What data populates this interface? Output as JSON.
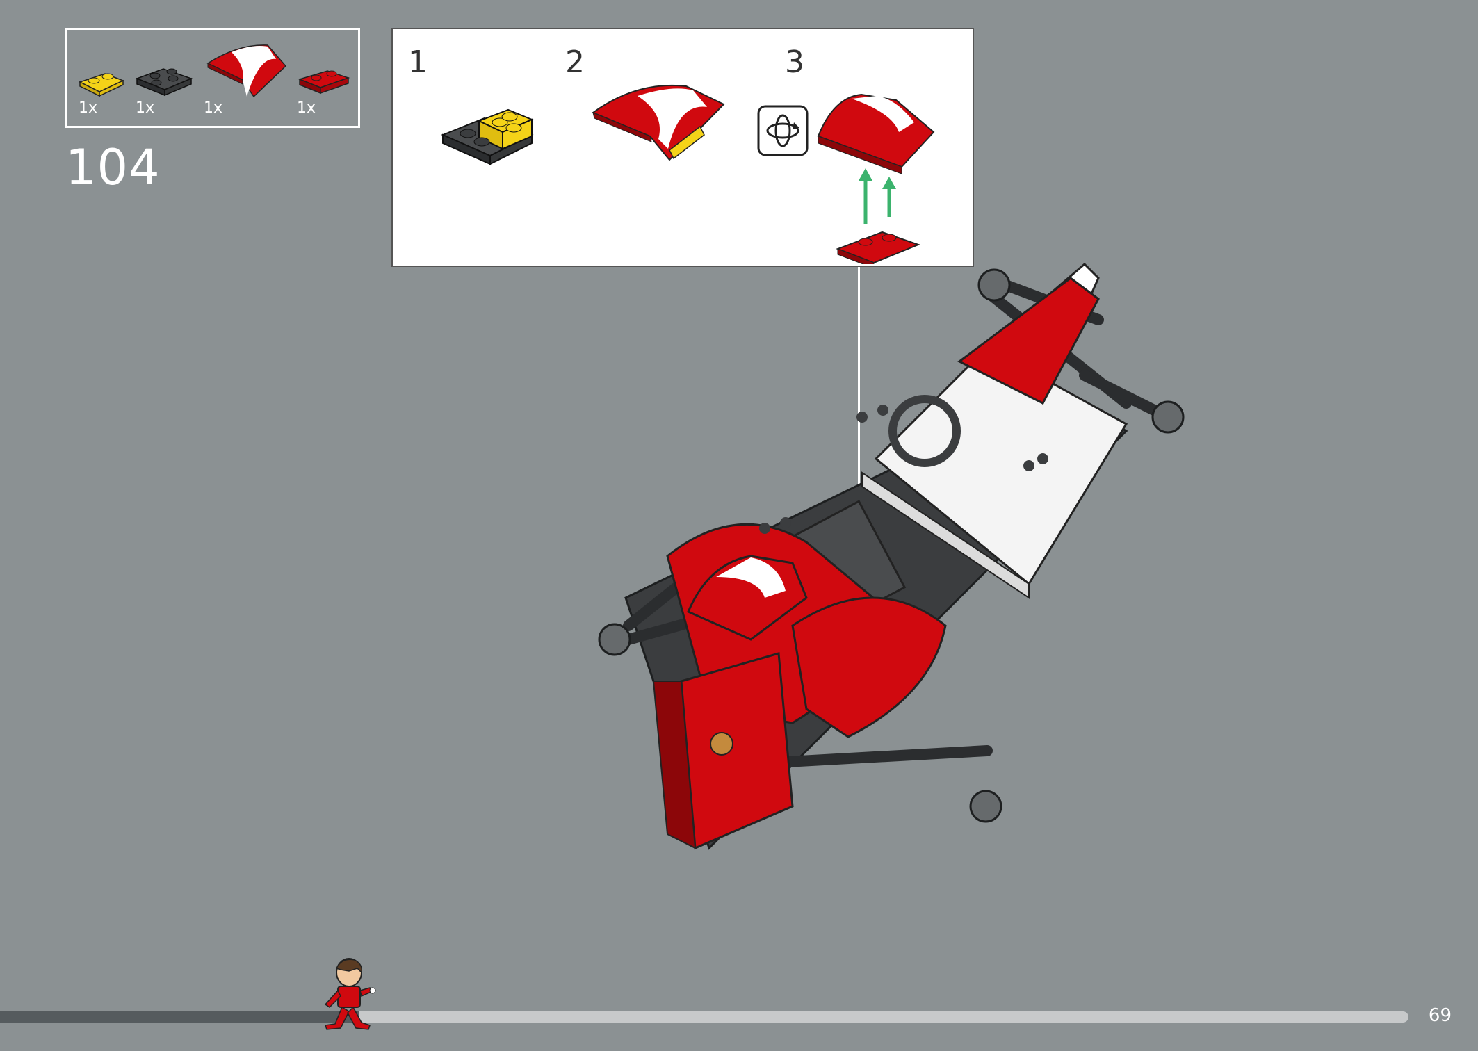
{
  "parts": [
    {
      "qty": "1x",
      "color": "#f5d318",
      "icon": "yellow-plate-1x2-icon"
    },
    {
      "qty": "1x",
      "color": "#3b3d3f",
      "icon": "black-plate-2x2-icon"
    },
    {
      "qty": "1x",
      "color": "#d0090f",
      "icon": "red-wedge-curved-icon"
    },
    {
      "qty": "1x",
      "color": "#c4090e",
      "icon": "red-jumper-plate-icon"
    }
  ],
  "step": {
    "number": "104"
  },
  "substeps": [
    {
      "number": "1"
    },
    {
      "number": "2"
    },
    {
      "number": "3"
    }
  ],
  "page": {
    "number": "69"
  },
  "progress": {
    "fraction": 0.255
  },
  "colors": {
    "background": "#8b9193",
    "red": "#d0090f",
    "white": "#ffffff",
    "dark": "#3b3d3f",
    "yellow": "#f5d318",
    "arrow": "#3bb36d"
  }
}
